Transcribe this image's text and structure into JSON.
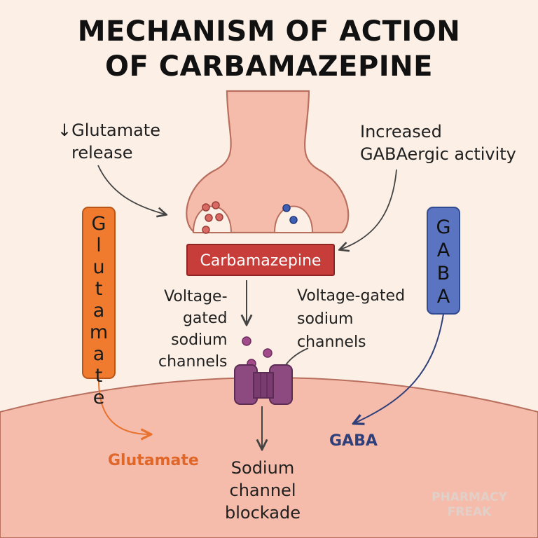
{
  "title": {
    "line1": "MECHANISM OF ACTION",
    "line2": "OF CARBAMAZEPINE"
  },
  "labels": {
    "glutamate_release": {
      "line1": "↓Glutamate",
      "line2": "release"
    },
    "gaba_activity": {
      "line1": "Increased",
      "line2": "GABAergic activity"
    },
    "drug": "Carbamazepine",
    "vg_left": {
      "line1": "Voltage-",
      "line2": "gated",
      "line3": "sodium",
      "line4": "channels"
    },
    "vg_right": {
      "line1": "Voltage-gated",
      "line2": "sodium",
      "line3": "channels"
    },
    "glutamate_bar": [
      "G",
      "l",
      "u",
      "t",
      "a",
      "m",
      "a",
      "t",
      "e"
    ],
    "gaba_bar": [
      "G",
      "A",
      "B",
      "A"
    ],
    "glutamate_bottom": "Glutamate",
    "gaba_bottom": "GABA",
    "blockade": {
      "line1": "Sodium",
      "line2": "channel",
      "line3": "blockade"
    },
    "watermark": {
      "line1": "PHARMACY",
      "line2": "FREAK"
    }
  },
  "colors": {
    "background": "#fbefe6",
    "neuron_fill": "#f6bcab",
    "drug_box": "#c63d3a",
    "glutamate": "#f07b2e",
    "gaba": "#5a74c2",
    "channel": "#8c4a80",
    "vesicle_red": "#d86a63",
    "vesicle_blue": "#3f5fb5"
  }
}
